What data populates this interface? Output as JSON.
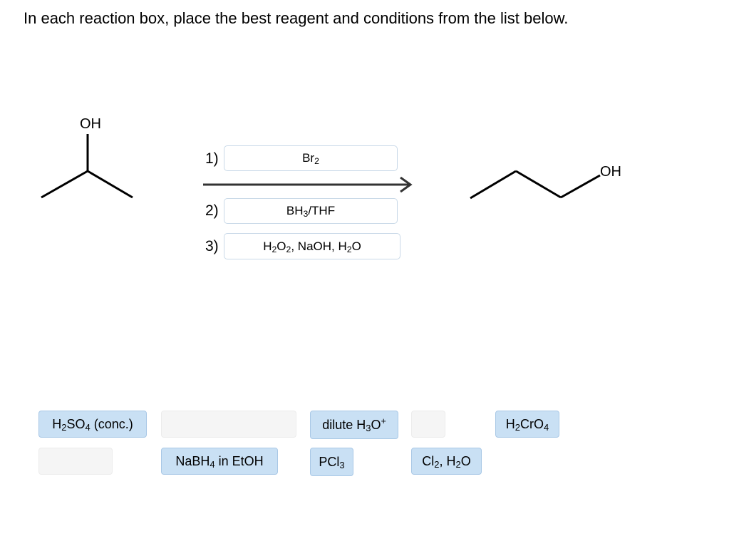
{
  "instruction": "In each reaction box, place the best reagent and conditions from the list below.",
  "reactant": {
    "label": "OH"
  },
  "product": {
    "label": "OH"
  },
  "steps": [
    {
      "number": "1)",
      "answer": [
        "Br",
        {
          "sub": "2"
        }
      ]
    },
    {
      "number": "2)",
      "answer": [
        "BH",
        {
          "sub": "3"
        },
        "/THF"
      ]
    },
    {
      "number": "3)",
      "answer": [
        "H",
        {
          "sub": "2"
        },
        "O",
        {
          "sub": "2"
        },
        ", NaOH, H",
        {
          "sub": "2"
        },
        "O"
      ]
    }
  ],
  "reagent_bank": [
    {
      "id": "h2so4-conc",
      "content": [
        "H",
        {
          "sub": "2"
        },
        "SO",
        {
          "sub": "4"
        },
        " (conc.)"
      ],
      "state": "available"
    },
    {
      "id": "empty-slot-1",
      "content": [],
      "state": "empty"
    },
    {
      "id": "dilute-h3o",
      "content": [
        "dilute H",
        {
          "sub": "3"
        },
        "O",
        {
          "sup": "+"
        }
      ],
      "state": "available"
    },
    {
      "id": "empty-slot-2",
      "content": [],
      "state": "empty"
    },
    {
      "id": "h2cro4",
      "content": [
        "H",
        {
          "sub": "2"
        },
        "CrO",
        {
          "sub": "4"
        }
      ],
      "state": "available"
    },
    {
      "id": "empty-slot-3",
      "content": [],
      "state": "empty"
    },
    {
      "id": "nabh4-etoh",
      "content": [
        "NaBH",
        {
          "sub": "4"
        },
        " in EtOH"
      ],
      "state": "available"
    },
    {
      "id": "pcl3",
      "content": [
        "PCl",
        {
          "sub": "3"
        }
      ],
      "state": "available"
    },
    {
      "id": "cl2-h2o",
      "content": [
        "Cl",
        {
          "sub": "2"
        },
        ", H",
        {
          "sub": "2"
        },
        "O"
      ],
      "state": "available"
    }
  ]
}
